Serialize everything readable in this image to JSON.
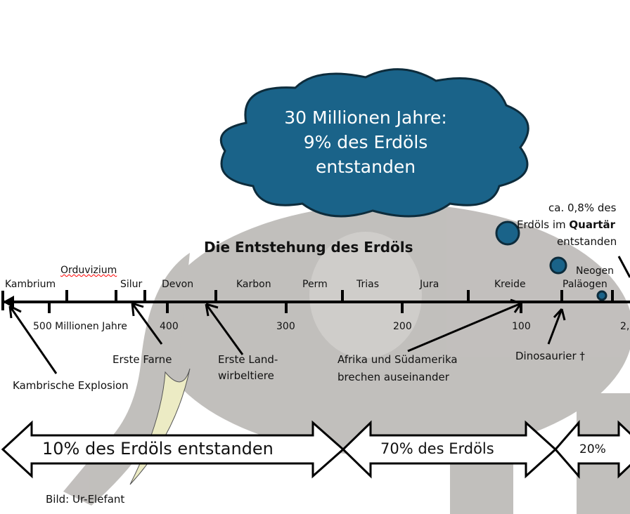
{
  "title": "Die Entstehung des Erdöls",
  "cloud": {
    "line1": "30 Millionen Jahre:",
    "line2": "9% des Erdöls",
    "line3": "entstanden"
  },
  "quartaer": {
    "line1": "ca. 0,8% des",
    "line2_a": "Erdöls im ",
    "line2_b": "Quartär",
    "line3": "entstanden"
  },
  "periods": [
    "Kambrium",
    "Orduvizium",
    "Silur",
    "Devon",
    "Karbon",
    "Perm",
    "Trias",
    "Jura",
    "Kreide",
    "Paläogen",
    "Neogen"
  ],
  "ticks": [
    "500 Millionen Jahre",
    "400",
    "300",
    "200",
    "100",
    "2,"
  ],
  "events": [
    "Kambrische Explosion",
    "Erste Farne",
    "Erste Land-",
    "wirbeltiere",
    "Afrika und Südamerika",
    "brechen auseinander",
    "Dinosaurier †"
  ],
  "arrows": [
    "10% des Erdöls entstanden",
    "70% des Erdöls",
    "20%"
  ],
  "caption": "Bild: Ur-Elefant",
  "colors": {
    "cloud": "#1a6389",
    "axis": "#000000"
  }
}
